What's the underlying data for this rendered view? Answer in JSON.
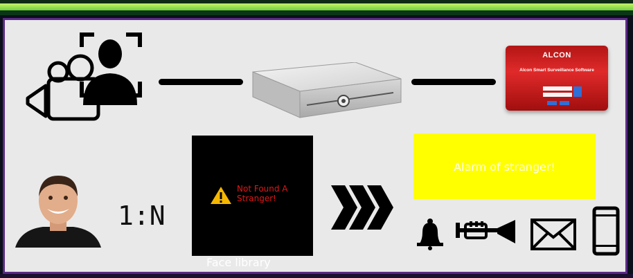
{
  "nodes": {
    "software": {
      "logo": "ALCON",
      "title": "Alcon Smart Surveillance Software"
    },
    "face_library": {
      "warning_text": "Not Found A Stranger!",
      "caption": "Face library"
    },
    "match_mode": "1:N",
    "alarm": {
      "text": "Alarm of stranger!"
    }
  },
  "colors": {
    "panel_border": "#5b2a86",
    "alarm_background": "#ffff00",
    "warning_red": "#e01818"
  },
  "icons": [
    "camera-icon",
    "face-scan-icon",
    "nvr-server",
    "software-screen",
    "person-photo",
    "chevrons-icon",
    "bell-icon",
    "trumpet-icon",
    "mail-icon",
    "phone-icon"
  ]
}
